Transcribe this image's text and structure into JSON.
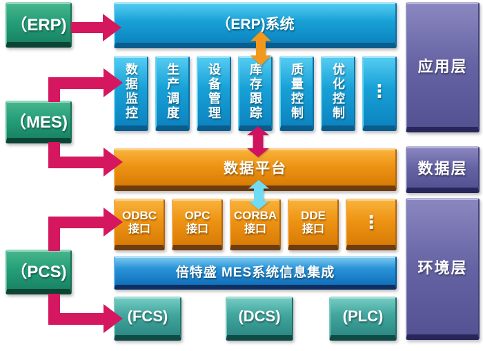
{
  "left_systems": {
    "erp": {
      "label": "（ERP)"
    },
    "mes": {
      "label": "（MES)"
    },
    "pcs": {
      "label": "（PCS)"
    }
  },
  "top_system": {
    "label": "（ERP)系统"
  },
  "mes_modules": [
    "数据监控",
    "生产调度",
    "设备管理",
    "库存跟踪",
    "质量控制",
    "优化控制",
    "⋮"
  ],
  "data_platform": {
    "label": "数据平台"
  },
  "interfaces": [
    {
      "name": "ODBC",
      "type": "接口"
    },
    {
      "name": "OPC",
      "type": "接口"
    },
    {
      "name": "CORBA",
      "type": "接口"
    },
    {
      "name": "DDE",
      "type": "接口"
    },
    {
      "name": "⋮",
      "type": ""
    }
  ],
  "integration_banner": {
    "label": "倍特盛 MES系统信息集成"
  },
  "control_systems": {
    "fcs": {
      "label": "(FCS)"
    },
    "dcs": {
      "label": "(DCS)"
    },
    "plc": {
      "label": "(PLC)"
    }
  },
  "layers": [
    {
      "label": "应用层"
    },
    {
      "label": "数据层"
    },
    {
      "label": "环境层"
    }
  ],
  "colors": {
    "system_green": "#27a07a",
    "module_cyan": "#18a1d7",
    "platform_orange": "#ee9414",
    "layer_purple": "#6663a4",
    "banner_blue": "#2a94d8",
    "control_teal": "#41a69e",
    "arrow_pink": "#d4175f",
    "arrow_orange": "#f2991d",
    "arrow_cyan": "#6fdcf3"
  }
}
